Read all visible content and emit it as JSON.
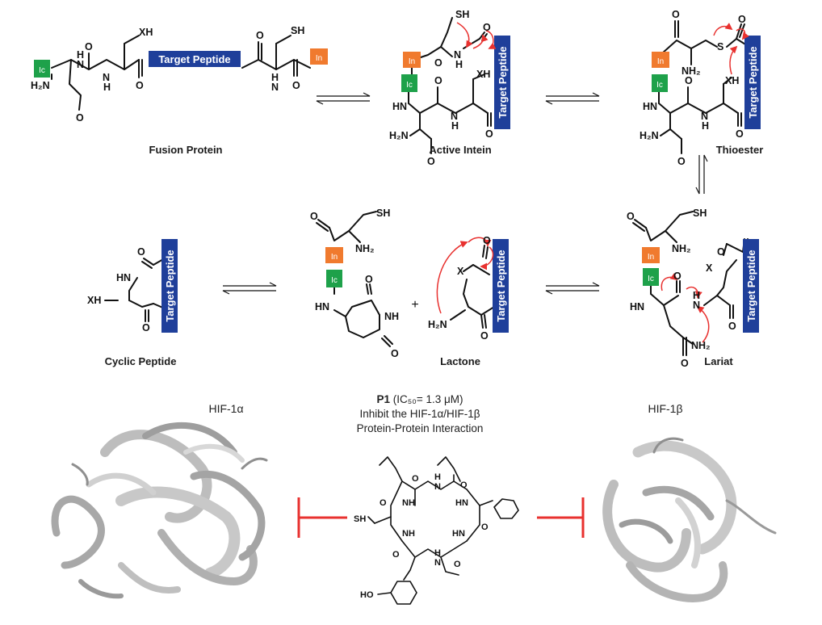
{
  "colors": {
    "target_peptide": "#1f3f9a",
    "intein_n": "#f07a2e",
    "intein_c": "#1ea14a",
    "arrow": "#e8312f",
    "inhibition": "#e8312f",
    "bond": "#111111",
    "protein": "#bdbdbd"
  },
  "labels": {
    "target_peptide": "Target Peptide",
    "intein_n": "In",
    "intein_c": "Ic"
  },
  "stages": {
    "fusion_protein": "Fusion Protein",
    "active_intein": "Active Intein",
    "thioester": "Thioester",
    "lariat": "Lariat",
    "lactone": "Lactone",
    "cyclic_peptide": "Cyclic Peptide"
  },
  "atoms": {
    "O": "O",
    "H": "H",
    "N": "N",
    "SH": "SH",
    "XH": "XH",
    "S": "S",
    "X": "X",
    "NH": "NH",
    "HN": "HN",
    "H2N": "H₂N",
    "NH2": "NH₂",
    "HO": "HO"
  },
  "plus": "+",
  "proteins": {
    "left": "HIF-1α",
    "right": "HIF-1β"
  },
  "p1": {
    "name": "P1",
    "ic50": "(IC₅₀= 1.3 μM)",
    "line2": "Inhibit the HIF-1α/HIF-1β",
    "line3": "Protein-Protein Interaction"
  }
}
